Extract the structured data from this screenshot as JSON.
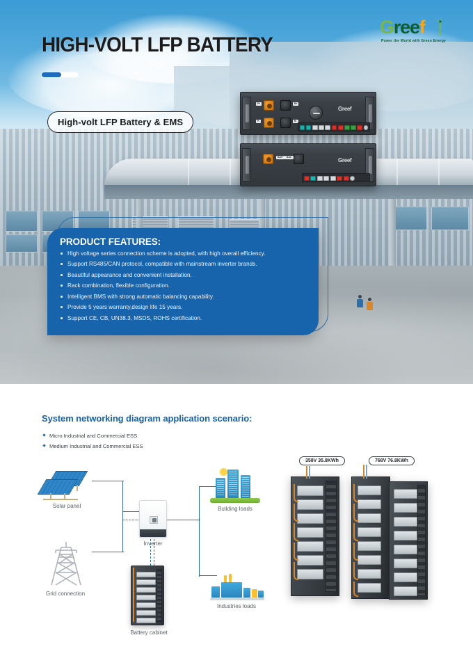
{
  "hero": {
    "title": "HIGH-VOLT LFP BATTERY",
    "pill_label": "High-volt LFP Battery & EMS",
    "progress_percent": 54
  },
  "logo": {
    "word_parts": [
      "G",
      "r",
      "e",
      "e",
      "f"
    ],
    "full_name": "Greef",
    "tagline": "Power the World with Green Energy",
    "colors": {
      "green_light": "#7ab648",
      "green_dark": "#0f5c2e",
      "amber": "#f5a81c"
    }
  },
  "features": {
    "title": "PRODUCT FEATURES:",
    "items": [
      "High voltage series connection scheme is adopted, with high overall efficiency.",
      "Support RS485/CAN protocol, compatible with mainstream inverter brands.",
      "Beautiful appearance and convenient installation.",
      "Rack combination, flexible configuration.",
      "Intelligent BMS with strong automatic balancing capability.",
      "Provide 5 years warranty,design life 15 years.",
      "Support CE, CB, UN38.3, MSDS, ROHS certification."
    ],
    "panel_color": "#1763ac"
  },
  "lower": {
    "section_title": "System networking diagram application scenario:",
    "scenarios": [
      "Micro Industrial and Commercial ESS",
      "Medium Industrial and Commercial ESS"
    ],
    "diagram_labels": {
      "solar_panel": "Solar panel",
      "grid_connection": "Grid connection",
      "inverter": "Inverter",
      "battery_cabinet": "Battery cabinet",
      "building_loads": "Building loads",
      "industries_loads": "Industries loads"
    },
    "rack_badges": [
      "358V 35.8KWh",
      "768V 76.8KWh"
    ]
  },
  "product_panel": {
    "brand_text": "Greef",
    "brand_sub": "Power the World with Green Energy"
  }
}
